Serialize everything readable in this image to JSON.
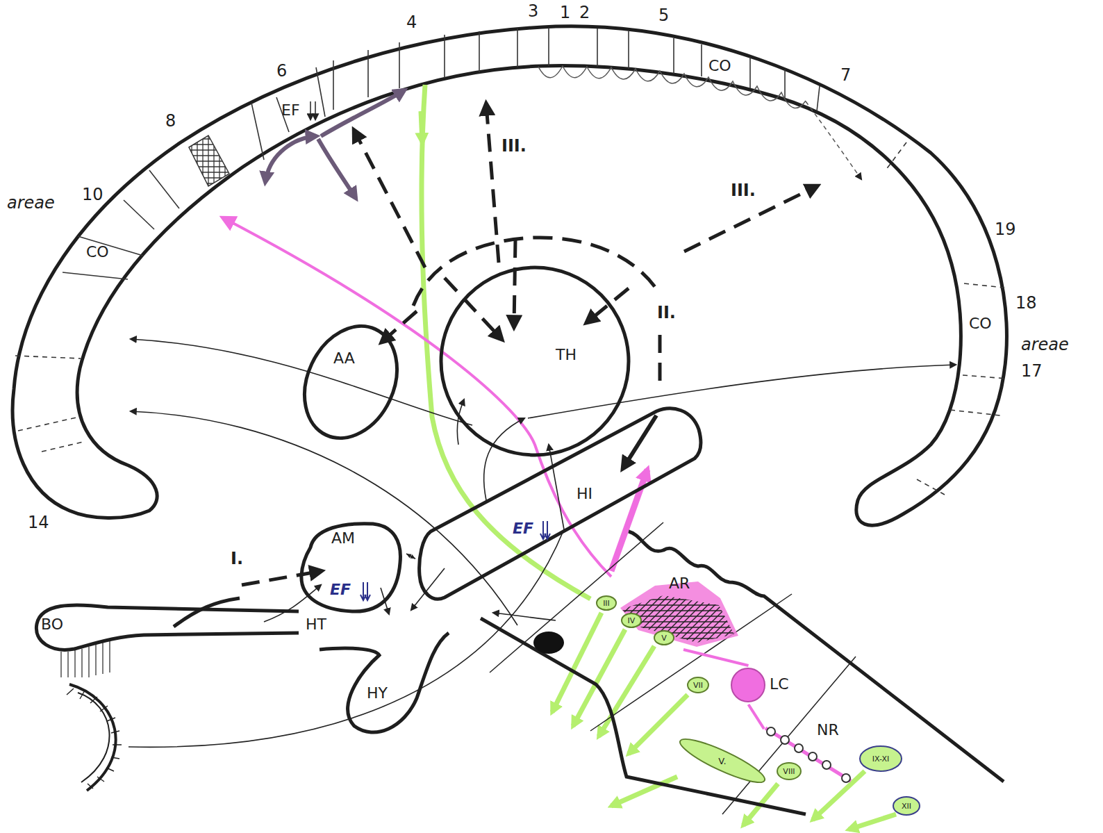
{
  "diagram": {
    "nodes": [
      {
        "text": [
          "AA"
        ]
      },
      {
        "text": [
          "TH"
        ]
      },
      {
        "text": [
          "AM",
          "EF"
        ]
      },
      {
        "text": [
          "HI",
          "EF"
        ]
      },
      {
        "text": [
          "BO"
        ]
      },
      {
        "text": [
          "HY"
        ]
      },
      {
        "text": [
          "AR"
        ]
      },
      {
        "text": [
          "LC"
        ]
      },
      {
        "text": [
          "NR"
        ]
      },
      {
        "text": [
          "III"
        ]
      },
      {
        "text": [
          "IV"
        ]
      },
      {
        "text": [
          "V"
        ]
      },
      {
        "text": [
          "VII"
        ]
      },
      {
        "text": [
          "V."
        ]
      },
      {
        "text": [
          "VIII"
        ]
      },
      {
        "text": [
          "IX-XI"
        ]
      },
      {
        "text": [
          "XII"
        ]
      }
    ],
    "edges": [
      {
        "from": 2,
        "to": 3,
        "arrow": "both"
      },
      {
        "from": 7,
        "to": 6,
        "arrow": "none"
      },
      {
        "from": 8,
        "to": 7,
        "arrow": "none"
      }
    ],
    "labels": [
      "areae",
      "10",
      "CO",
      "8",
      "6",
      "EF",
      "4",
      "3",
      "1",
      "2",
      "5",
      "CO",
      "7",
      "III.",
      "III.",
      "II.",
      "19",
      "18",
      "CO",
      "areae",
      "17",
      "14",
      "I.",
      "HT"
    ]
  }
}
